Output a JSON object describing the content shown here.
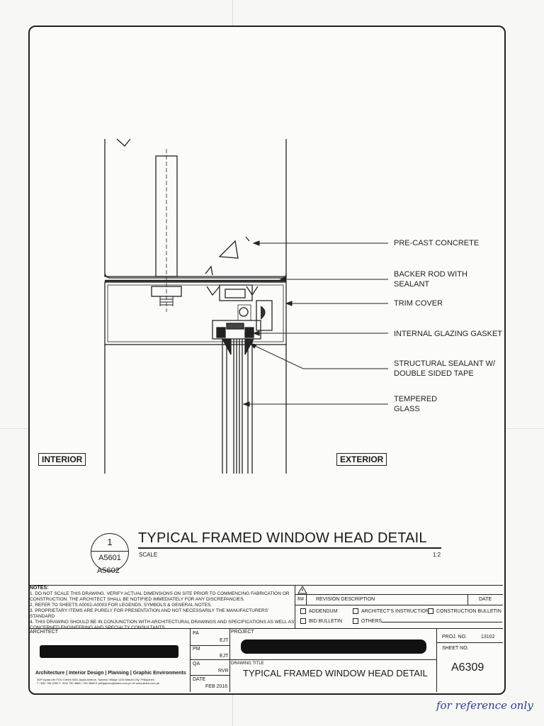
{
  "callouts": [
    {
      "text": "PRE-CAST CONCRETE"
    },
    {
      "text": "BACKER ROD WITH\nSEALANT"
    },
    {
      "text": "TRIM COVER"
    },
    {
      "text": "INTERNAL GLAZING GASKET"
    },
    {
      "text": "STRUCTURAL SEALANT W/\nDOUBLE SIDED TAPE"
    },
    {
      "text": "TEMPERED\nGLASS"
    }
  ],
  "side_labels": {
    "interior": "INTERIOR",
    "exterior": "EXTERIOR"
  },
  "detail": {
    "number": "1",
    "sheet_ref": "A5601",
    "sheet_ref_2": "A5602",
    "title": "TYPICAL FRAMED WINDOW HEAD DETAIL",
    "scale_label": "SCALE",
    "scale_value": "1:2"
  },
  "notes": {
    "heading": "NOTES:",
    "body": "1. DO NOT SCALE THIS DRAWING. VERIFY ACTUAL DIMENSIONS ON SITE PRIOR TO COMMENCING FABRICATION OR\n    CONSTRUCTION. THE ARCHITECT SHALL BE NOTIFIED IMMEDIATELY FOR ANY DISCREPANCIES.\n2. REFER TO SHEETS A0002-A0003 FOR LEGENDS, SYMBOLS & GENERAL NOTES.\n3. PROPRIETARY ITEMS ARE PURELY FOR PRESENTATION AND NOT NECESSARILY THE MANUFACTURERS' STANDARD\n4. THIS DRAWING SHOULD BE IN CONJUNCTION WITH ARCHITECTURAL DRAWINGS AND SPECIFICATIONS AS WELL AS\n    CONCERNED ENGINEERING AND SPECIALTY CONSULTANTS."
  },
  "revision": {
    "r_label": "R#",
    "desc_label": "REVISION DESCRIPTION",
    "date_label": "DATE",
    "options": [
      "ADDENDUM",
      "ARCHITECT'S INSTRUCTION",
      "CONSTRUCTION BULLETIN",
      "BID BULLETIN",
      "OTHERS"
    ]
  },
  "architect": {
    "label": "ARCHITECT",
    "services": "Architecture | Interior Design | Planning | Graphic Environments",
    "address": "30/F Ayala Life FGU Centre 6811 Ayala Avenue, Salcedo Village 1226 Makati City, Philippines\nT +632 750 0000  F +632 750 3866 / 750 3868  E philippines@aidea.com.ph  W www.aidea.com.ph"
  },
  "signoffs": [
    {
      "role": "PA",
      "initials": ""
    },
    {
      "role": "PM",
      "initials": "EJT"
    },
    {
      "role": "QA",
      "initials": "RVR"
    },
    {
      "role": "DATE",
      "initials": "FEB 2016"
    }
  ],
  "pa_initials": "EJT",
  "project": {
    "label": "PROJECT",
    "drawing_title_label": "DRAWING TITLE",
    "drawing_title": "TYPICAL FRAMED WINDOW HEAD DETAIL"
  },
  "proj_no": {
    "label": "PROJ. NO.",
    "value": "13102"
  },
  "sheet_no": {
    "label": "SHEET NO.",
    "value": "A6309"
  },
  "handwritten_note": "for reference only"
}
